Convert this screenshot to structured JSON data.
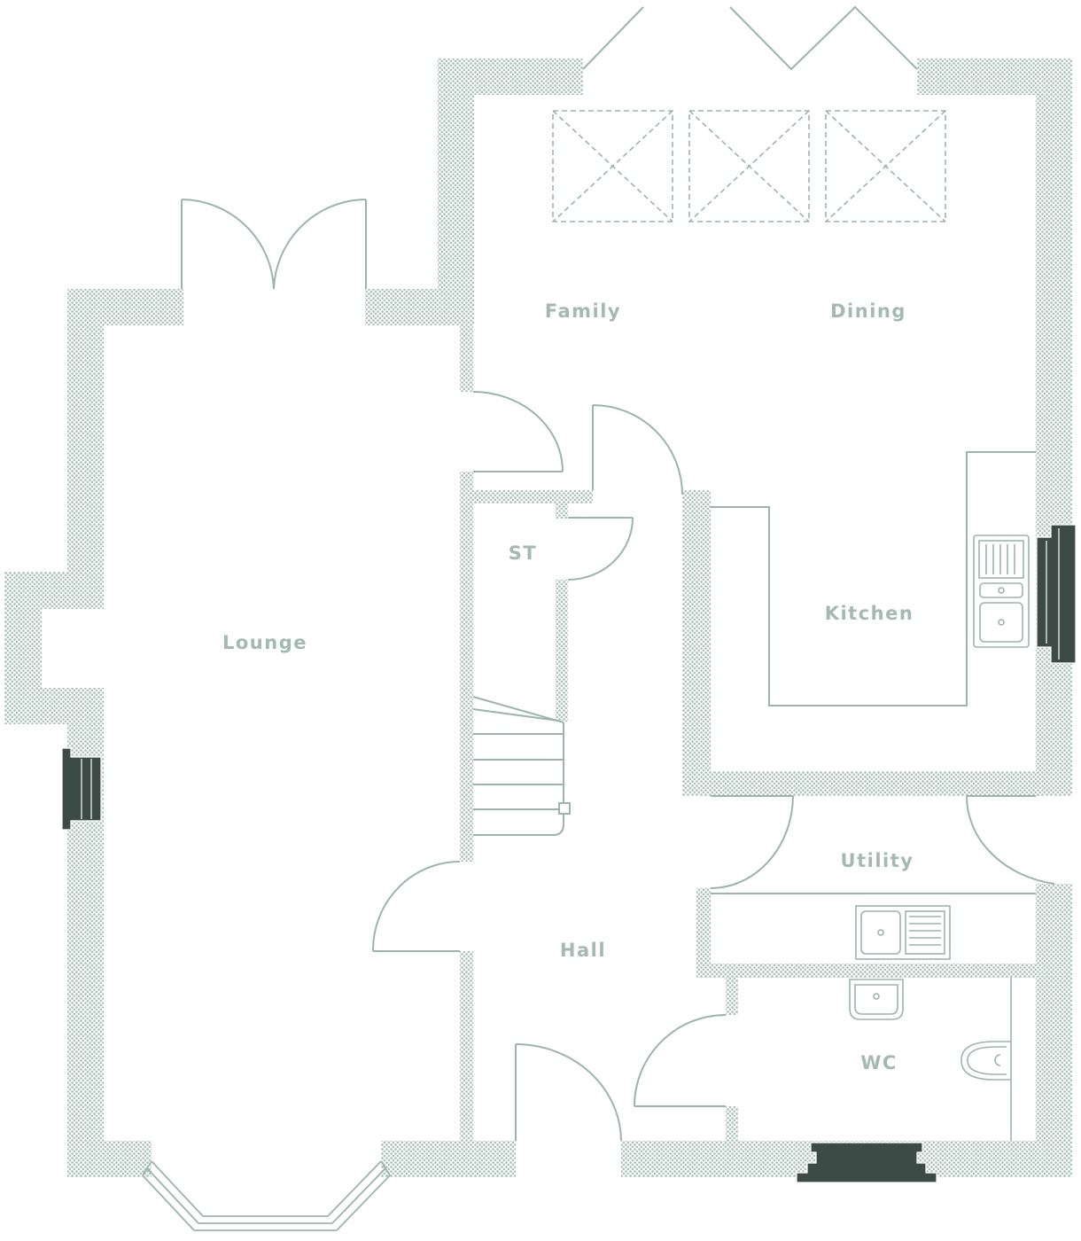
{
  "rooms": {
    "family": "Family",
    "dining": "Dining",
    "lounge": "Lounge",
    "store": "ST",
    "kitchen": "Kitchen",
    "utility": "Utility",
    "hall": "Hall",
    "wc": "WC"
  },
  "colors": {
    "wall_line": "#9bb5ab",
    "wall_hatch_dot": "#a9c1b8",
    "room_text": "#a3bab1",
    "heater": "#3c4b45",
    "background": "#ffffff"
  }
}
